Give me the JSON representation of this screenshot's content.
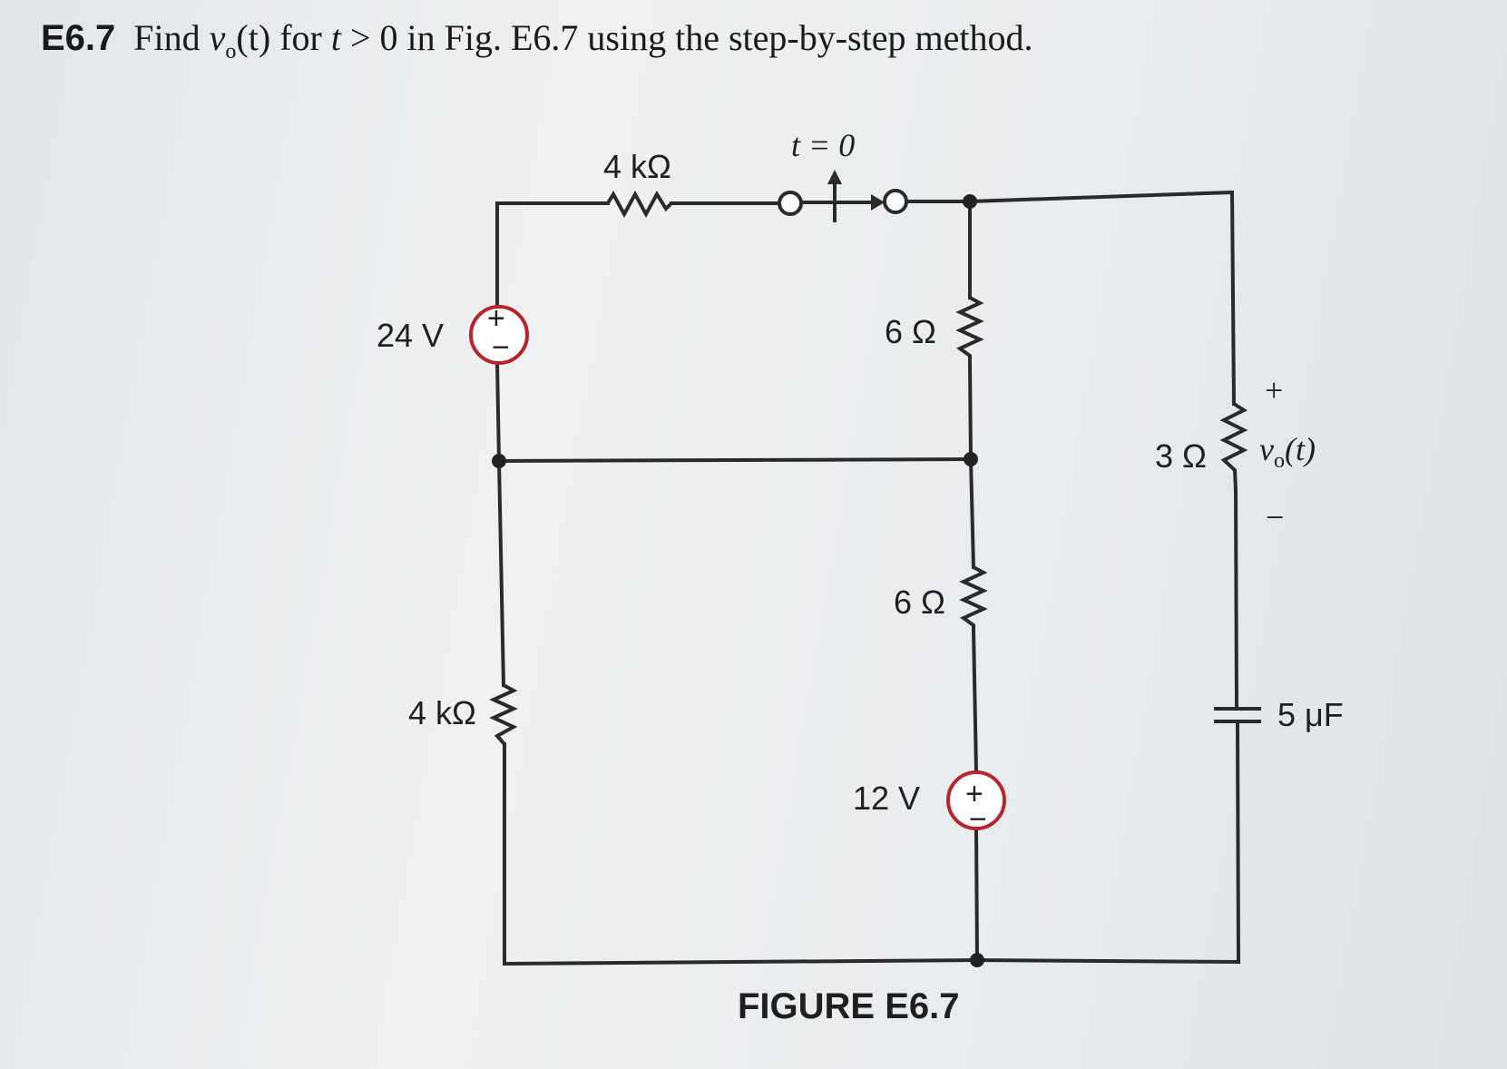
{
  "problem": {
    "number": "E6.7",
    "text_find": "Find",
    "var_v": "v",
    "var_sub": "o",
    "var_t": "(t)",
    "text_for": "for",
    "cond_t": "t",
    "cond_rest": "> 0 in Fig. E6.7 using the step-by-step method."
  },
  "circuit": {
    "source_left": {
      "label": "24 V",
      "plus": "+",
      "minus": "−"
    },
    "source_right": {
      "label": "12 V",
      "plus": "+",
      "minus": "−"
    },
    "resistor_top": "4 kΩ",
    "resistor_left_bottom": "4 kΩ",
    "switch": {
      "label": "t = 0"
    },
    "resistor_mid_upper": "6 Ω",
    "resistor_mid_lower": "6 Ω",
    "resistor_right": "3 Ω",
    "capacitor": "5 μF",
    "output": {
      "plus": "+",
      "label": "v",
      "label_sub": "o",
      "label_t": "(t)",
      "minus": "−"
    }
  },
  "figure_caption": "FIGURE E6.7",
  "colors": {
    "source_outline": "#b3262c",
    "wire": "#2a2a2a",
    "page": "#e9ecee"
  }
}
